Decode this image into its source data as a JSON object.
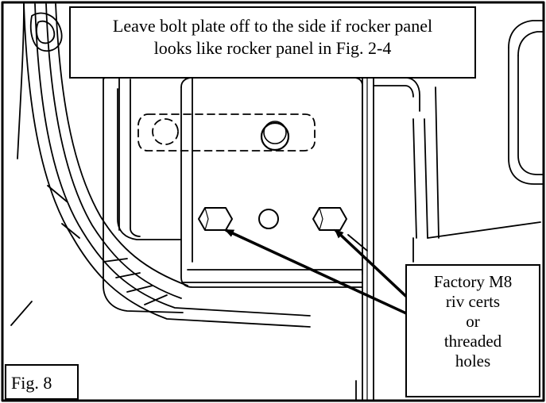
{
  "callouts": {
    "top": {
      "line1": "Leave bolt plate off to the side if rocker panel",
      "line2": "looks like rocker panel in Fig. 2-4"
    },
    "side": {
      "line1": "Factory M8",
      "line2": "riv certs",
      "line3": "or",
      "line4": "threaded",
      "line5": "holes"
    }
  },
  "figure": {
    "label": "Fig. 8"
  },
  "colors": {
    "ink": "#000000",
    "background": "#ffffff"
  }
}
